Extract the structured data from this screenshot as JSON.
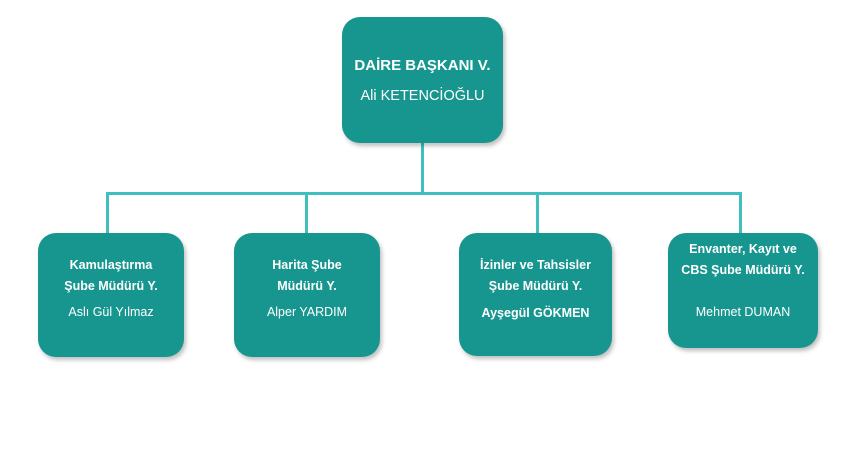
{
  "head": {
    "title": "DAİRE BAŞKANI V.",
    "name": "Ali KETENCİOĞLU"
  },
  "units": [
    {
      "title1": "Kamulaştırma",
      "title2": "Şube Müdürü Y.",
      "name": "Aslı Gül Yılmaz"
    },
    {
      "title1": "Harita Şube",
      "title2": "Müdürü Y.",
      "name": "Alper YARDIM"
    },
    {
      "title1": "İzinler ve Tahsisler",
      "title2": "Şube Müdürü Y.",
      "name": "Ayşegül GÖKMEN"
    },
    {
      "title1": "Envanter, Kayıt ve",
      "title2": "CBS Şube Müdürü Y.",
      "name": "Mehmet DUMAN"
    }
  ],
  "colors": {
    "box": "#17968f",
    "connector": "#3fbfbd"
  }
}
